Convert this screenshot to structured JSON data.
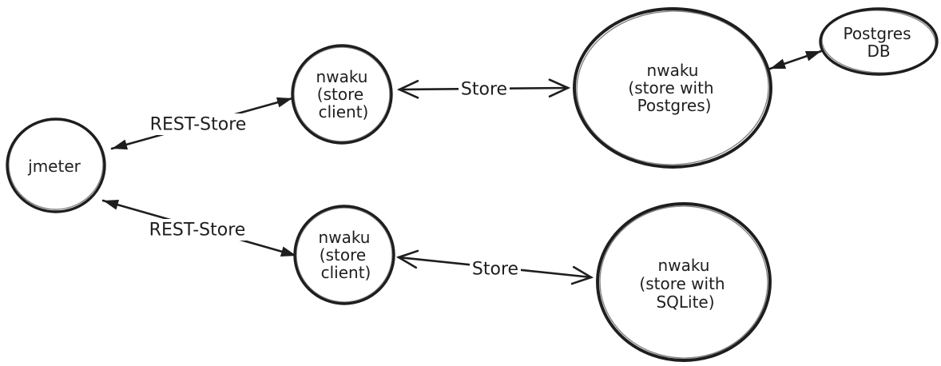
{
  "canvas": {
    "background_color": "#ffffff",
    "stroke_color": "#1e1e1e"
  },
  "nodes": {
    "jmeter": {
      "label": "jmeter"
    },
    "store_client_top": {
      "line1": "nwaku",
      "line2": "(store",
      "line3": "client)"
    },
    "store_postgres": {
      "line1": "nwaku",
      "line2": "(store with",
      "line3": "Postgres)"
    },
    "postgres_db": {
      "line1": "Postgres",
      "line2": "DB"
    },
    "store_client_bottom": {
      "line1": "nwaku",
      "line2": "(store",
      "line3": "client)"
    },
    "store_sqlite": {
      "line1": "nwaku",
      "line2": "(store with",
      "line3": "SQLite)"
    }
  },
  "edges": {
    "rest_store_top": {
      "label": "REST-Store"
    },
    "store_top": {
      "label": "Store"
    },
    "rest_store_bottom": {
      "label": "REST-Store"
    },
    "store_bottom": {
      "label": "Store"
    }
  }
}
